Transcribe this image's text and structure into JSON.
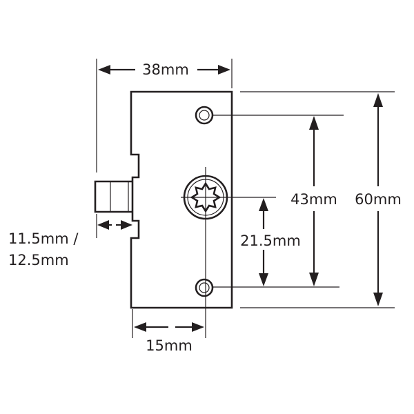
{
  "dimensions": {
    "width": "38mm",
    "height": "60mm",
    "hole_spacing": "43mm",
    "spindle_to_hole": "21.5mm",
    "backset": "15mm",
    "bolt_throw_line1": "11.5mm /",
    "bolt_throw_line2": "12.5mm"
  },
  "colors": {
    "ink": "#231f20",
    "background": "#ffffff"
  },
  "icons": [
    "star-spindle-icon",
    "screw-hole-icon"
  ]
}
